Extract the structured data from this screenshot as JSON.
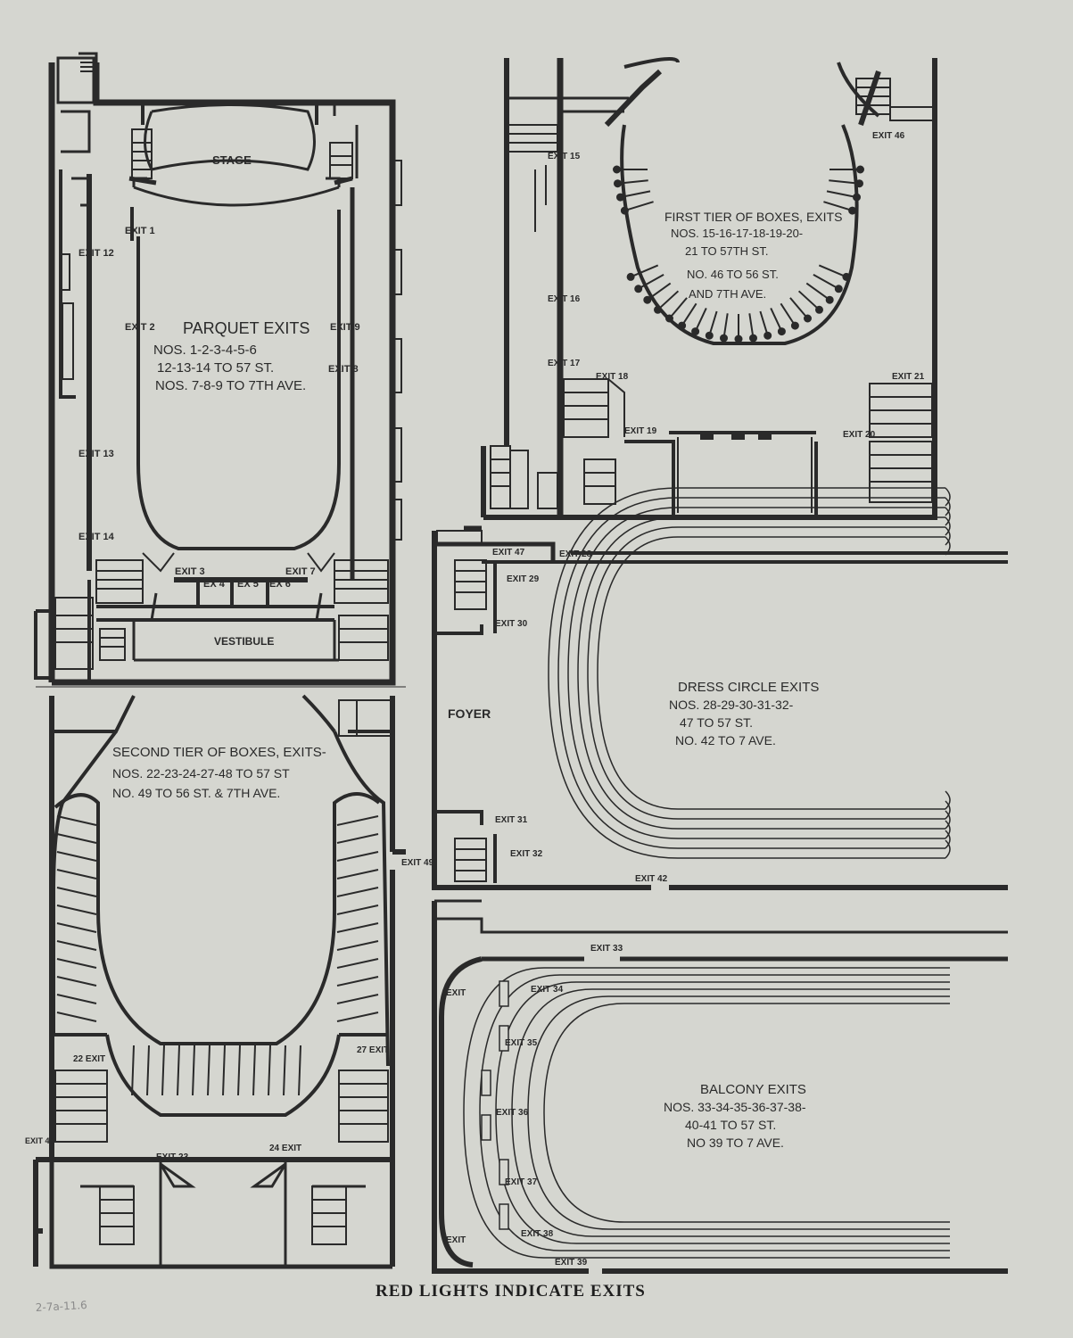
{
  "plans": {
    "parquet": {
      "stage": "STAGE",
      "vestibule": "VESTIBULE",
      "title": "PARQUET EXITS",
      "lines": [
        "NOS. 1-2-3-4-5-6",
        "12-13-14 TO 57 ST.",
        "NOS. 7-8-9 TO 7TH AVE."
      ],
      "exits": [
        "EXIT 1",
        "EXIT 2",
        "EXIT 3",
        "EX 4",
        "EX 5",
        "EX 6",
        "EXIT 7",
        "EXIT 8",
        "EXIT 9",
        "EXIT 12",
        "EXIT 13",
        "EXIT 14"
      ]
    },
    "first_tier": {
      "title": "FIRST TIER OF BOXES, EXITS",
      "lines": [
        "NOS. 15-16-17-18-19-20-",
        "21 TO 57TH ST.",
        "NO. 46 TO 56 ST.",
        "AND 7TH AVE."
      ],
      "exits": [
        "EXIT 15",
        "EXIT 16",
        "EXIT 17",
        "EXIT 18",
        "EXIT 19",
        "EXIT 20",
        "EXIT 21",
        "EXIT 46"
      ]
    },
    "second_tier": {
      "title": "SECOND TIER OF BOXES, EXITS-",
      "lines": [
        "NOS. 22-23-24-27-48 TO 57 ST",
        "NO. 49 TO 56 ST. & 7TH AVE."
      ],
      "exits": [
        "22 EXIT",
        "EXIT 23",
        "24 EXIT",
        "27 EXIT",
        "EXIT 48",
        "EXIT 49"
      ]
    },
    "dress_circle": {
      "foyer": "FOYER",
      "title": "DRESS CIRCLE EXITS",
      "lines": [
        "NOS. 28-29-30-31-32-",
        "47 TO 57 ST.",
        "NO. 42 TO 7 AVE."
      ],
      "exits": [
        "EXIT 47",
        "EXIT 28",
        "EXIT 29",
        "EXIT 30",
        "EXIT 31",
        "EXIT 32",
        "EXIT 42"
      ]
    },
    "balcony": {
      "title": "BALCONY EXITS",
      "lines": [
        "NOS. 33-34-35-36-37-38-",
        "40-41 TO 57 ST.",
        "NO 39 TO 7 AVE."
      ],
      "exits": [
        "EXIT 33",
        "EXIT 34",
        "EXIT 35",
        "EXIT 36",
        "EXIT 37",
        "EXIT 38",
        "EXIT 39",
        "EXIT",
        "EXIT"
      ]
    }
  },
  "footer": "RED LIGHTS INDICATE EXITS",
  "pencil_note": "2-7a-11.6",
  "colors": {
    "paper": "#d5d6d0",
    "ink": "#2a2a2a"
  }
}
